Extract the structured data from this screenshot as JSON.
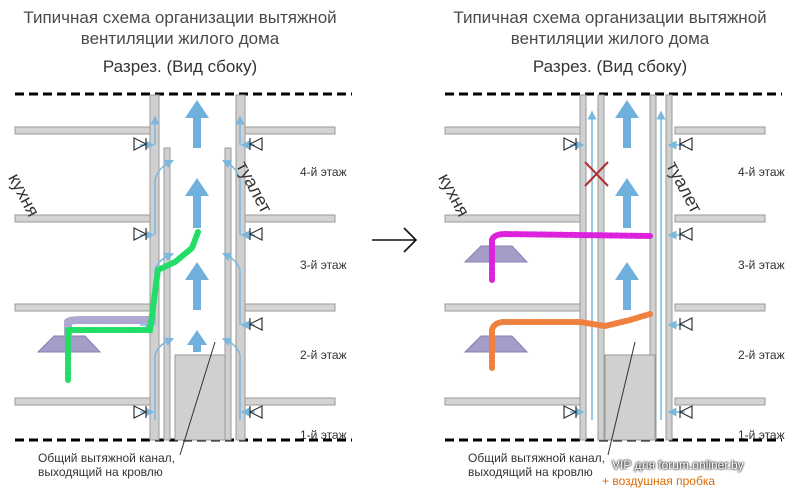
{
  "title_line1": "Типичная схема организации вытяжной",
  "title_line2": "вентиляции жилого дома",
  "subtitle": "Разрез.   (Вид сбоку)",
  "room_left": "кухня",
  "room_right": "туалет",
  "floors": [
    "4-й этаж",
    "3-й этаж",
    "2-й этаж",
    "1-й этаж"
  ],
  "caption_line1": "Общий вытяжной канал,",
  "caption_line2": "выходящий на кровлю",
  "watermark": "VIP для forum.onliner.by",
  "legend_plug": "+ воздушная пробка",
  "colors": {
    "wall": "#c8c8c8",
    "wall_edge": "#9a9a9a",
    "airflow": "#7ab8de",
    "hood": "#a59dc8",
    "kitchen_flow_green": "#22dd66",
    "kitchen_flow_magenta": "#dd22dd",
    "kitchen_flow_orange": "#f08040",
    "block_mark": "#b03030"
  }
}
